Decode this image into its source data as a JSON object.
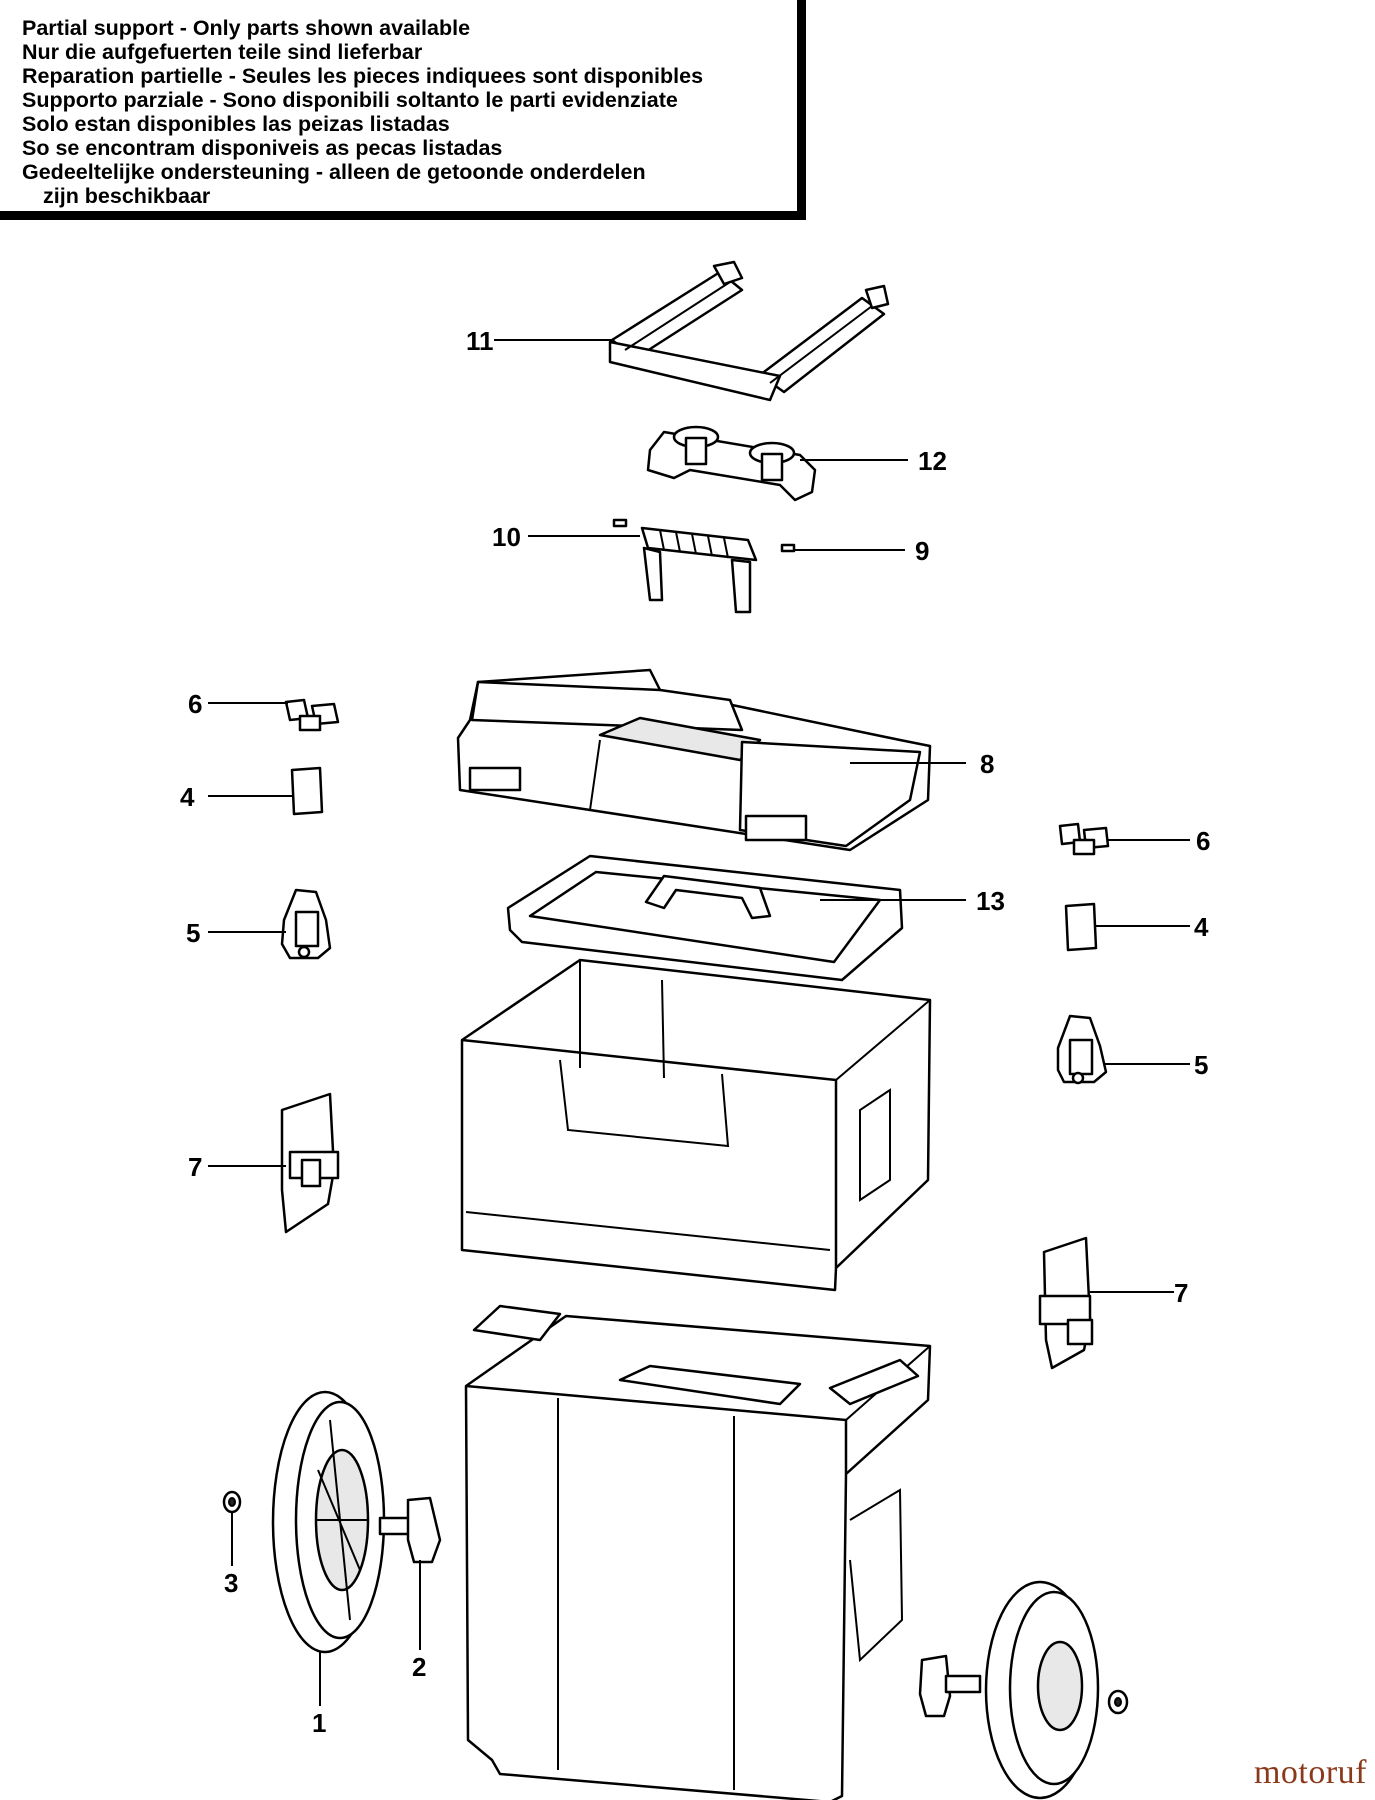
{
  "notice": {
    "lines": [
      "Partial support - Only parts shown available",
      "Nur die aufgefuerten teile sind lieferbar",
      "Reparation partielle - Seules les pieces indiquees sont disponibles",
      "Supporto parziale - Sono disponibili soltanto le parti evidenziate",
      "Solo estan disponibles las peizas listadas",
      "So se encontram disponiveis as pecas listadas",
      "Gedeeltelijke ondersteuning - alleen de getoonde onderdelen",
      "zijn beschikbaar"
    ]
  },
  "callouts": {
    "c11": "11",
    "c12": "12",
    "c10": "10",
    "c9": "9",
    "c6_left": "6",
    "c4_left": "4",
    "c5_left": "5",
    "c7_left": "7",
    "c8": "8",
    "c13": "13",
    "c6_right": "6",
    "c4_right": "4",
    "c5_right": "5",
    "c7_right": "7",
    "c3": "3",
    "c2": "2",
    "c1": "1"
  },
  "watermark": "motoruf",
  "colors": {
    "line": "#000000",
    "background": "#ffffff",
    "watermark": "#8a3a1a"
  }
}
